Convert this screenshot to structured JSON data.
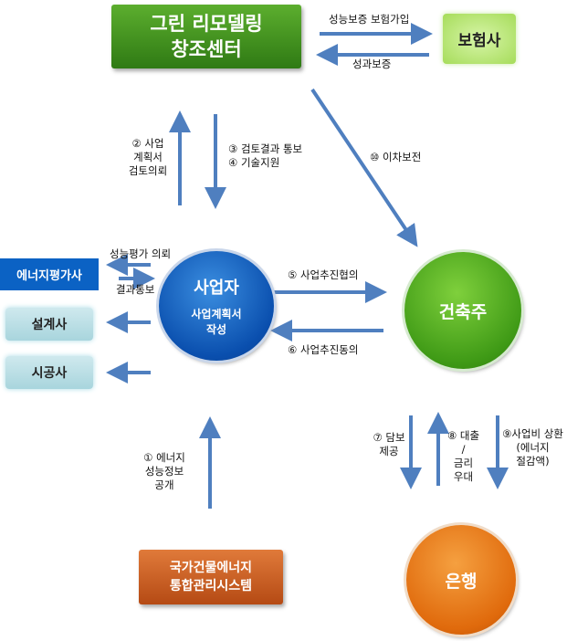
{
  "nodes": {
    "center": {
      "line1": "그린 리모델링",
      "line2": "창조센터"
    },
    "insurer": "보험사",
    "energy_evaluator": "에너지평가사",
    "designer": "설계사",
    "constructor": "시공사",
    "business": {
      "title": "사업자",
      "sub1": "사업계획서",
      "sub2": "작성"
    },
    "owner": "건축주",
    "bank": "은행",
    "national_system": {
      "line1": "국가건물에너지",
      "line2": "통합관리시스템"
    }
  },
  "labels": {
    "insurance_join": "성능보증 보험가입",
    "performance_guarantee": "성과보증",
    "step2": [
      "② 사업",
      "계획서",
      "검토의뢰"
    ],
    "step3": "③ 검토결과  통보",
    "step4": "④ 기술지원",
    "step10": "⑩ 이차보전",
    "eval_request": "성능평가 의뢰",
    "result_notice": "결과통보",
    "step5": "⑤ 사업추진협의",
    "step6": "⑥ 사업추진동의",
    "step1": [
      "① 에너지",
      "성능정보",
      "공개"
    ],
    "step7": [
      "⑦ 담보",
      "제공"
    ],
    "step8": [
      "⑧ 대출",
      "/",
      "금리",
      "우대"
    ],
    "step9": [
      "⑨사업비 상환",
      "(에너지",
      "절감액)"
    ]
  }
}
